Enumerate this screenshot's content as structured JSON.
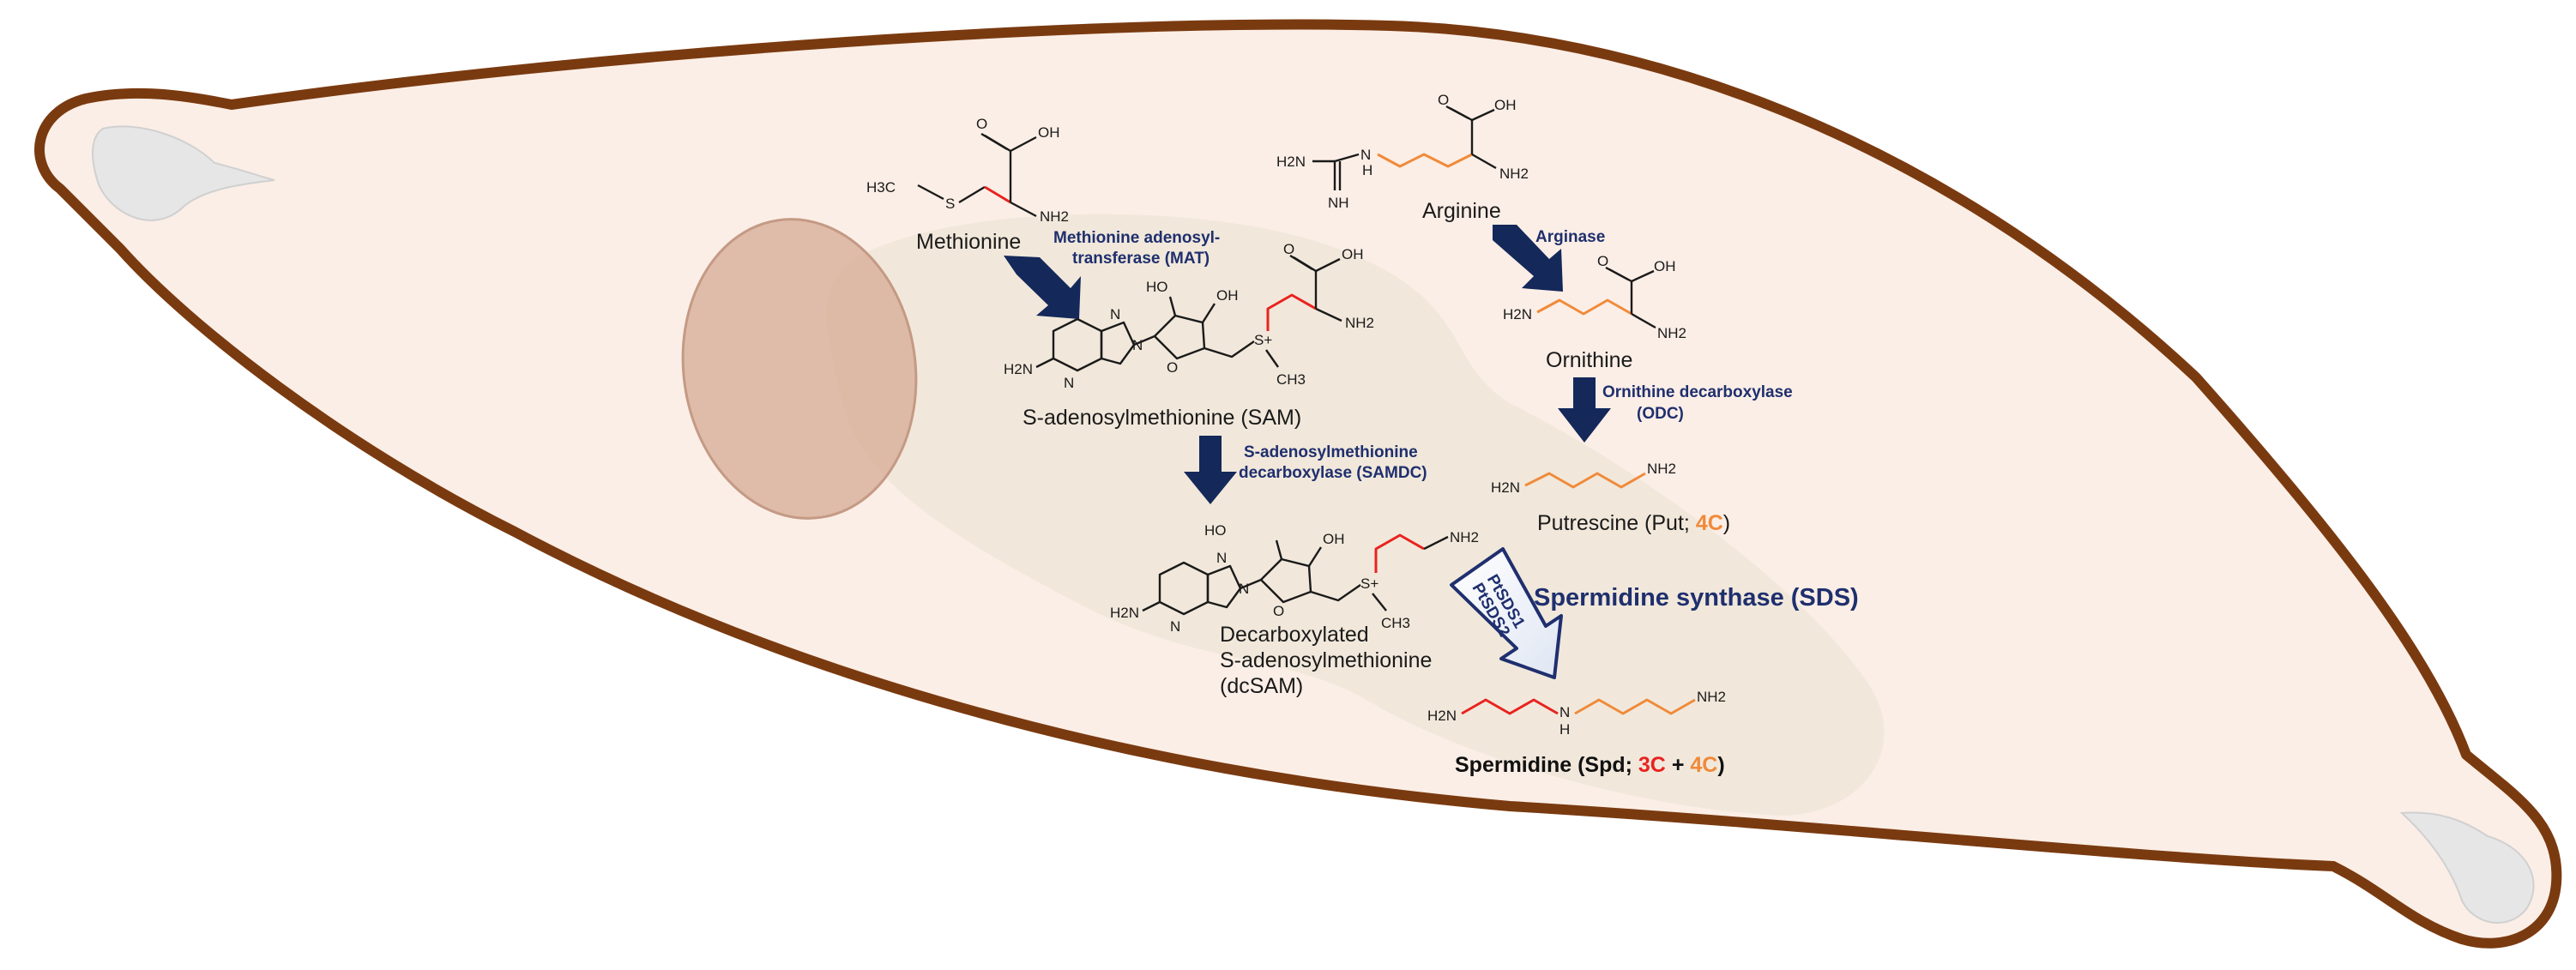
{
  "molecules": {
    "methionine": "Methionine",
    "arginine": "Arginine",
    "sam": "S-adenosylmethionine (SAM)",
    "ornithine": "Ornithine",
    "putrescine_prefix": "Putrescine (Put; ",
    "putrescine_c4": "4C",
    "putrescine_suffix": ")",
    "dcsam_line1": "Decarboxylated",
    "dcsam_line2": "S-adenosylmethionine",
    "dcsam_line3": "(dcSAM)",
    "spermidine_prefix": "Spermidine (Spd; ",
    "spermidine_c3": "3C",
    "spermidine_plus": " + ",
    "spermidine_c4": "4C",
    "spermidine_suffix": ")"
  },
  "enzymes": {
    "mat_line1": "Methionine adenosyl-",
    "mat_line2": "transferase (MAT)",
    "arginase": "Arginase",
    "odc_line1": "Ornithine decarboxylase",
    "odc_line2": "(ODC)",
    "samdc_line1": "S-adenosylmethionine",
    "samdc_line2": "decarboxylase (SAMDC)",
    "sds": "Spermidine synthase (SDS)",
    "ptsds1": "PtSDS1",
    "ptsds2": "PtSDS2"
  },
  "atoms": {
    "h3c": "H3C",
    "s": "S",
    "o": "O",
    "oh": "OH",
    "nh2": "NH2",
    "h2n": "H2N",
    "nh": "NH",
    "n": "N",
    "h": "H",
    "ho": "HO",
    "s_plus": "S+",
    "ch3": "CH3"
  },
  "colors": {
    "cell_fill": "#fbeee6",
    "cell_outline": "#7a3a10",
    "nucleus": "#d6ab94",
    "plastid": "#eee6d8",
    "enzyme_text": "#1f2f6e",
    "arrow": "#14285a",
    "three_carbon": "#e8231f",
    "four_carbon": "#f08a3a"
  }
}
